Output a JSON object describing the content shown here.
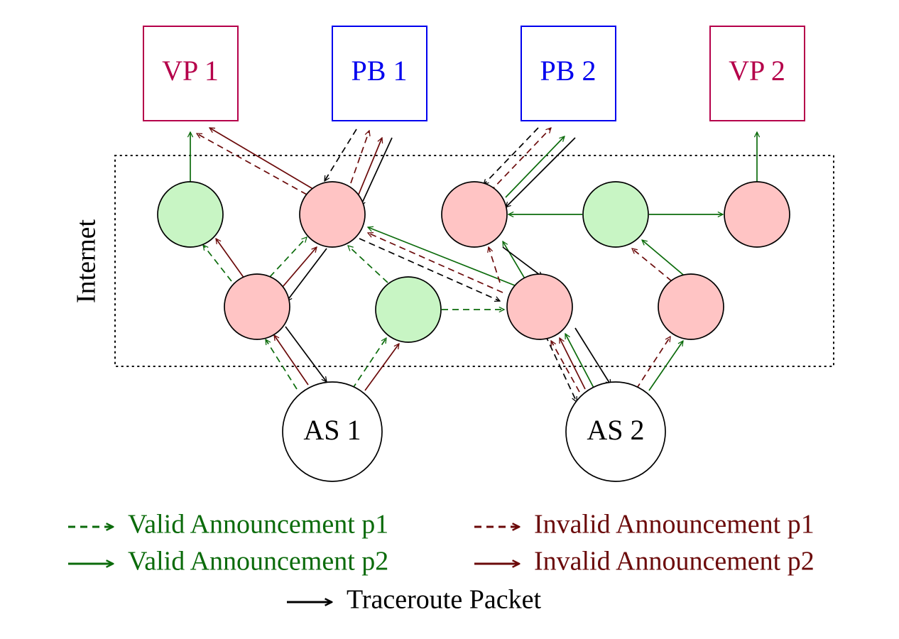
{
  "boxes": {
    "vp1": {
      "label": "VP 1"
    },
    "pb1": {
      "label": "PB 1"
    },
    "pb2": {
      "label": "PB 2"
    },
    "vp2": {
      "label": "VP 2"
    }
  },
  "as_nodes": {
    "as1": {
      "label": "AS 1"
    },
    "as2": {
      "label": "AS 2"
    }
  },
  "region": {
    "label": "Internet"
  },
  "legend": {
    "valid_p1": "Valid Announcement p1",
    "invalid_p1": "Invalid Announcement p1",
    "valid_p2": "Valid Announcement p2",
    "invalid_p2": "Invalid Announcement p2",
    "traceroute": "Traceroute Packet"
  },
  "colors": {
    "vp": "#b5004a",
    "pb": "#0000ee",
    "valid": "#0b6b0b",
    "invalid": "#6b0a0a",
    "trace": "#000000",
    "valid_node_fill": "#c8f5c4",
    "invalid_node_fill": "#ffc4c4"
  }
}
